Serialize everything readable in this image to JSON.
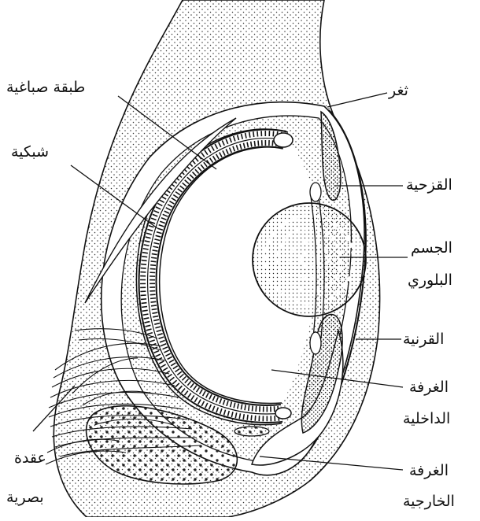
{
  "diagram": {
    "labels": {
      "pigment_layer": "طبقة صباغية",
      "retina": "شبكية",
      "opening": "ثغر",
      "iris": "القزحية",
      "lens_line1": "الجسم",
      "lens_line2": "البلوري",
      "cornea": "القرنية",
      "inner_chamber_line1": "الغرفة",
      "inner_chamber_line2": "الداخلية",
      "outer_chamber_line1": "الغرفة",
      "outer_chamber_line2": "الخارجية",
      "optic_ganglion_line1": "عقدة",
      "optic_ganglion_line2": "بصرية"
    }
  }
}
